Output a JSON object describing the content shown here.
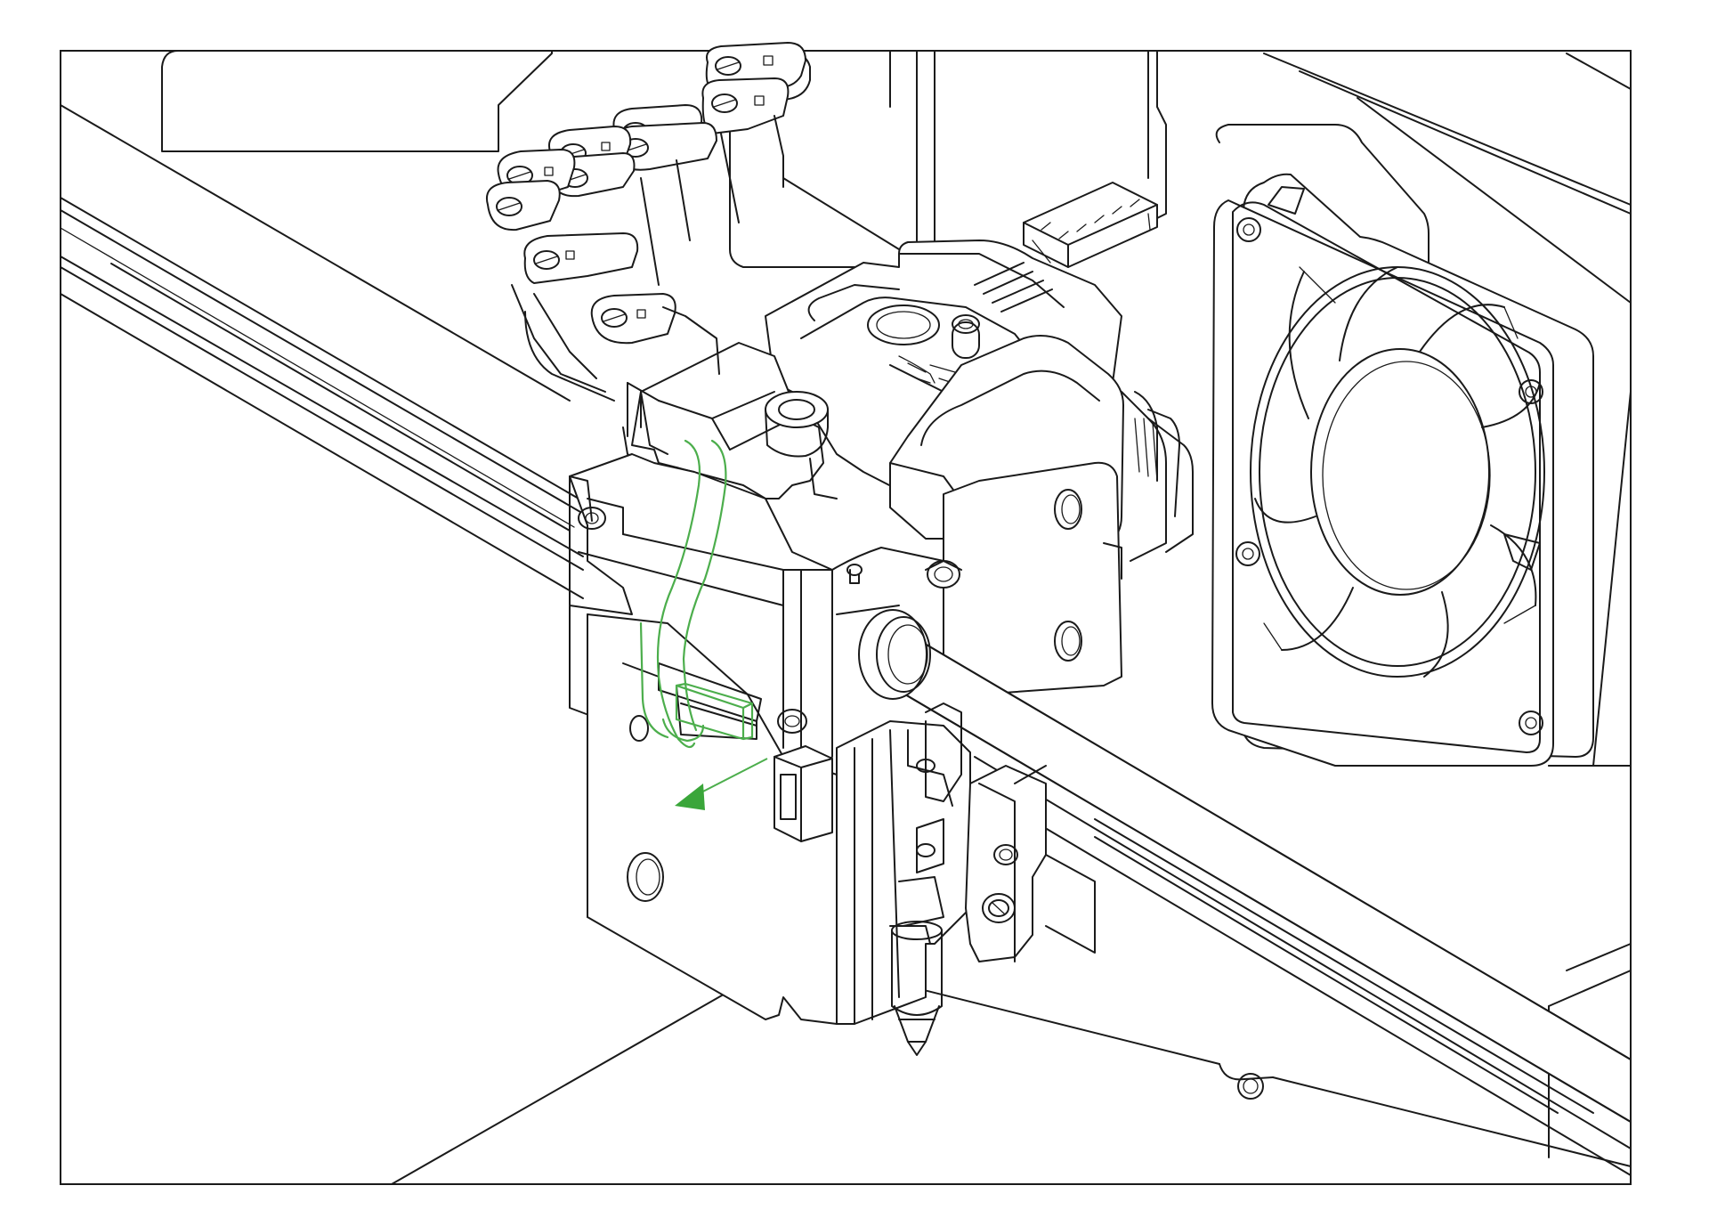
{
  "colors": {
    "line": "#1a1a1a",
    "highlight": "#4cae4c",
    "highlight_fill": "#3aa63a",
    "background": "#ffffff"
  },
  "icons": {
    "direction_arrow": "triangle-arrow-icon"
  },
  "highlight": {
    "part": "filament-runout-sensor-cable",
    "action": "pull-out",
    "direction": "down-left"
  }
}
